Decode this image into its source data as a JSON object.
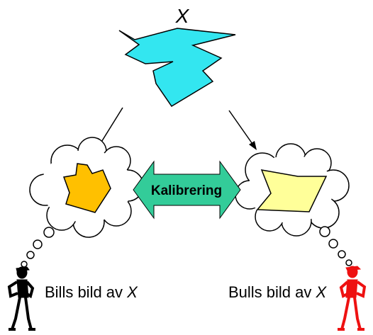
{
  "diagram": {
    "object_label": "X",
    "calibration_label": "Kalibrering",
    "left_person": {
      "caption_text": "Bills bild av ",
      "caption_var": "X",
      "color": "#000000"
    },
    "right_person": {
      "caption_text": "Bulls bild av ",
      "caption_var": "X",
      "color": "#ee1111"
    },
    "colors": {
      "object_fill": "#33e6f0",
      "left_image_fill": "#ffc000",
      "right_image_fill": "#ffff99",
      "arrow_fill": "#33cc99",
      "outline": "#000000",
      "cloud_fill": "#ffffff"
    }
  }
}
